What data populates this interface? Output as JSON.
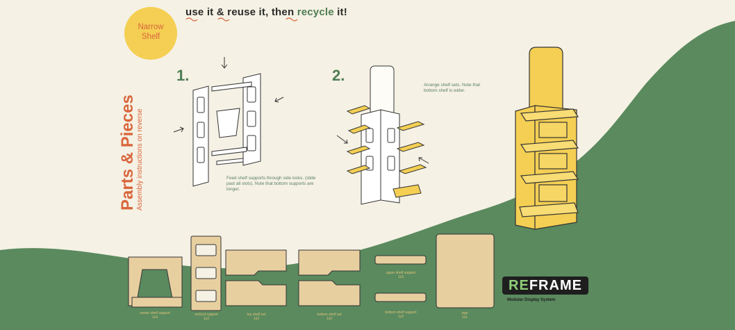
{
  "tagline": {
    "part1": "use it & ",
    "part2": "reuse it, then ",
    "part3": "recycle",
    "part4": " it!"
  },
  "badge": {
    "line1": "Narrow",
    "line2": "Shelf"
  },
  "side_title": {
    "title": "Parts & Pieces",
    "subtitle": "Assembly instructions on reverse"
  },
  "steps": [
    {
      "number": "1.",
      "note": "Feed shelf supports through side locks. (slide past all slots). Note that bottom supports are longer."
    },
    {
      "number": "2.",
      "note": "Arrange shelf sets. Note that bottom shelf is wider."
    }
  ],
  "parts": [
    {
      "label": "center shelf support",
      "qty": "1x3"
    },
    {
      "label": "vertical support",
      "qty": "1x2"
    },
    {
      "label": "top shelf set",
      "qty": "1x3"
    },
    {
      "label": "bottom shelf set",
      "qty": "1x2"
    },
    {
      "label": "upper shelf support",
      "qty": "1x3"
    },
    {
      "label": "bottom shelf support",
      "qty": "1x2"
    },
    {
      "label": "sign",
      "qty": "1x1"
    }
  ],
  "logo": {
    "re": "RE",
    "frame": "FRAME",
    "subtitle": "Modular Display System"
  },
  "colors": {
    "cream": "#f5f1e4",
    "green": "#5a8a5e",
    "yellow": "#f4cf53",
    "orange": "#d9663d",
    "wood": "#e8cfa0",
    "dark": "#1e1e1e"
  },
  "icons": [
    "arrow-icon",
    "wavy-underline-icon"
  ]
}
